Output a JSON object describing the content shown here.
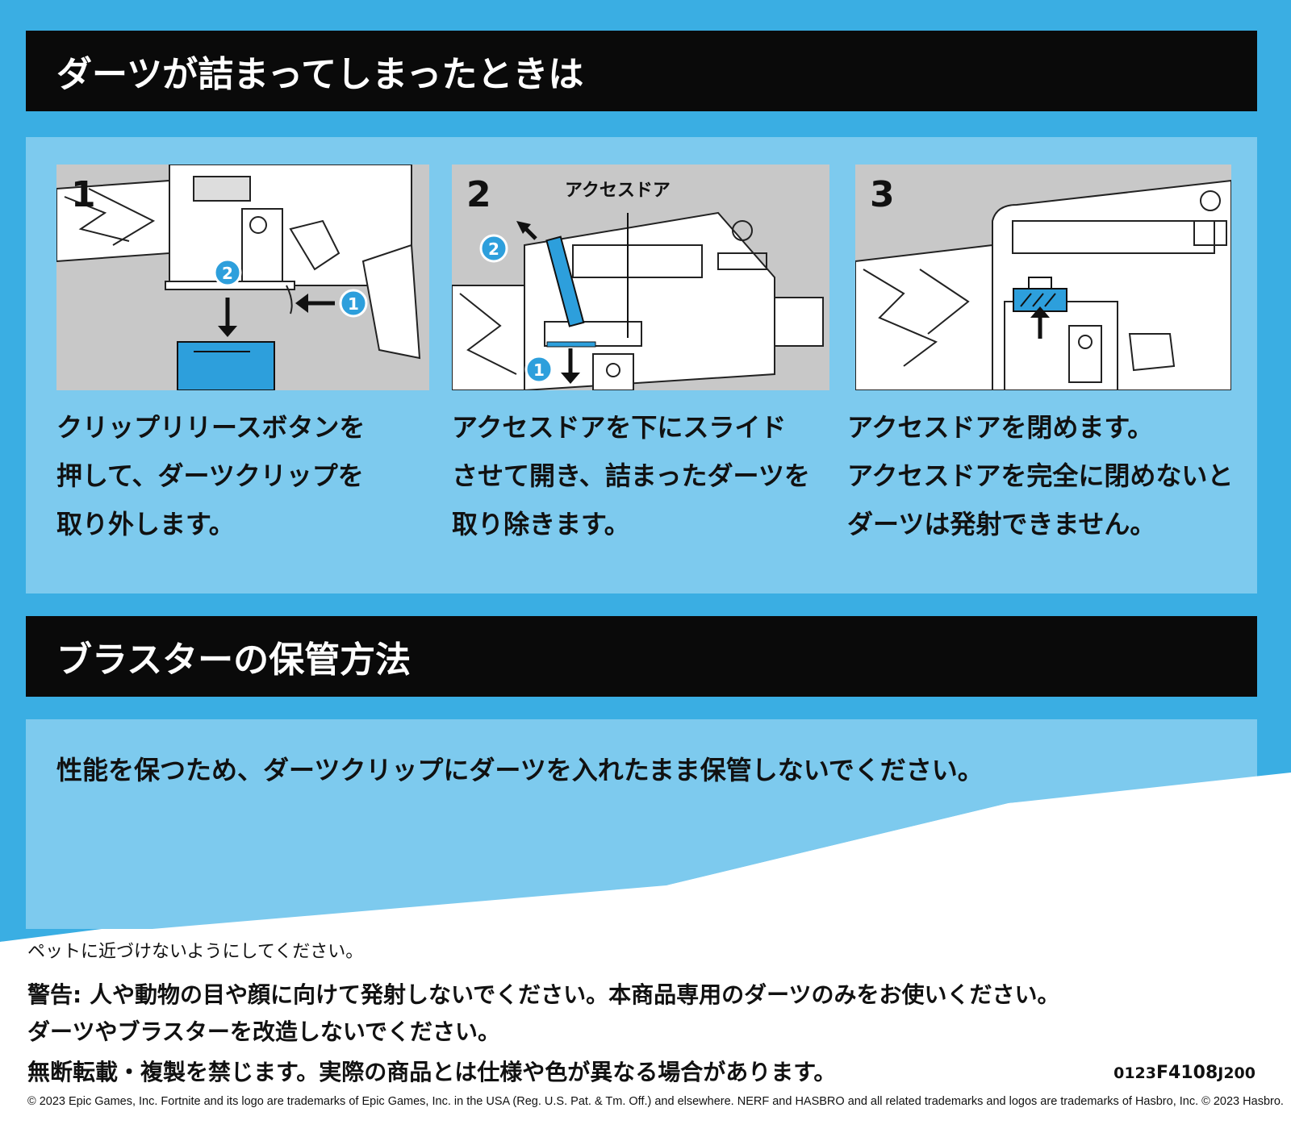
{
  "section1": {
    "title": "ダーツが詰まってしまったときは",
    "steps": [
      {
        "number": "1",
        "text_lines": [
          "クリップリリースボタンを",
          "押して、ダーツクリップを",
          "取り外します。"
        ]
      },
      {
        "number": "2",
        "callout": "アクセスドア",
        "text_lines": [
          "アクセスドアを下にスライド",
          "させて開き、詰まったダーツを",
          "取り除きます。"
        ]
      },
      {
        "number": "3",
        "text_lines": [
          "アクセスドアを閉めます。",
          "アクセスドアを完全に閉めないと",
          "ダーツは発射できません。"
        ]
      }
    ]
  },
  "section2": {
    "title": "ブラスターの保管方法",
    "text": "性能を保つため、ダーツクリップにダーツを入れたまま保管しないでください。"
  },
  "footer": {
    "pets": "ペットに近づけないようにしてください。",
    "warning": "警告: 人や動物の目や顔に向けて発射しないでください。本商品専用のダーツのみをお使いください。",
    "no_modify": "ダーツやブラスターを改造しないでください。",
    "rights": "無断転載・複製を禁じます。実際の商品とは仕様や色が異なる場合があります。",
    "code_prefix": "0123",
    "code_main": "F4108",
    "code_suffix": "J200",
    "copyright": "© 2023 Epic Games, Inc. Fortnite and its logo are trademarks of Epic Games, Inc. in the USA (Reg. U.S. Pat. & Tm. Off.) and elsewhere. NERF and HASBRO and all related trademarks and logos are trademarks of Hasbro, Inc. © 2023 Hasbro."
  },
  "colors": {
    "background_blue": "#3aaee3",
    "panel_blue": "#7dcaee",
    "header_black": "#0a0a0a",
    "accent_blue": "#2d9fdc",
    "illustration_gray": "#c8c8c8"
  }
}
